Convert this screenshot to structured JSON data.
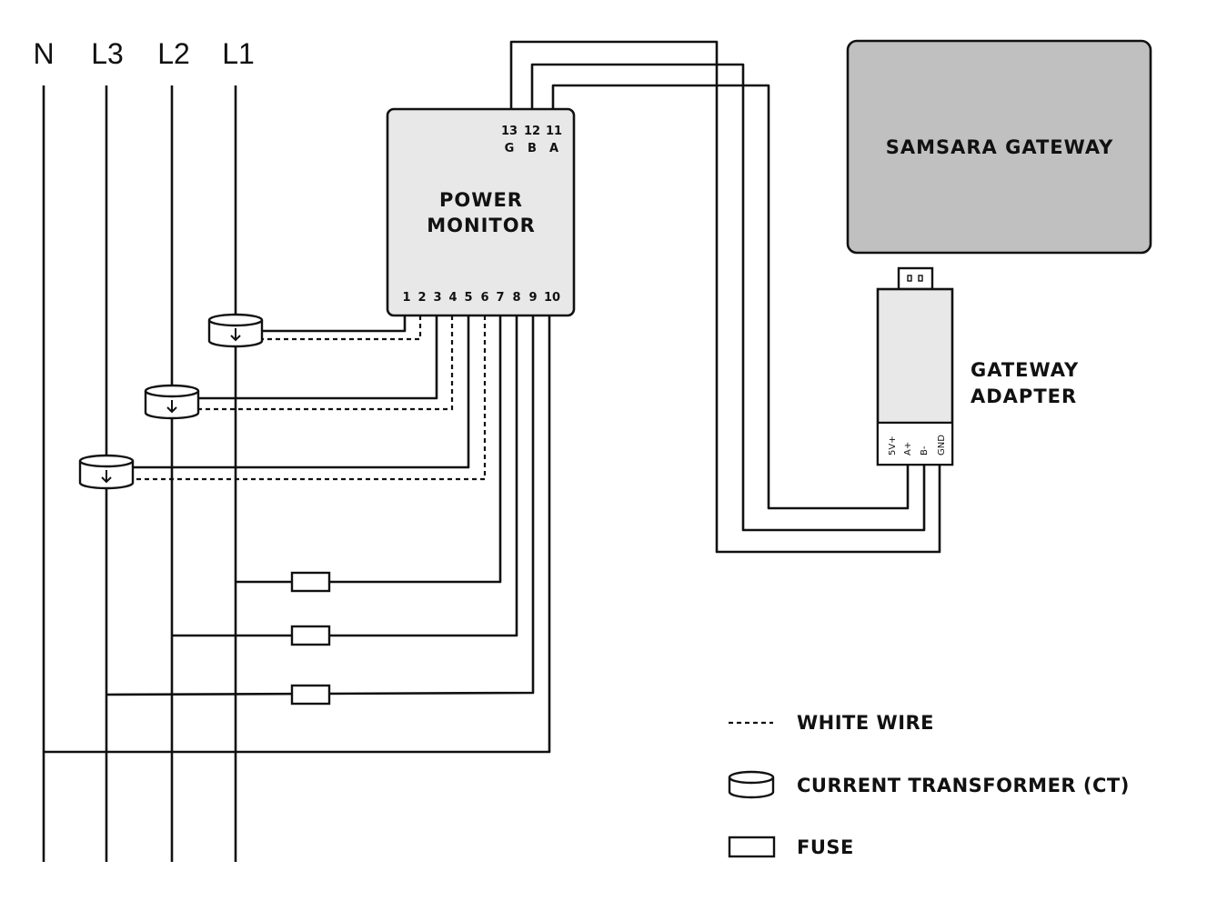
{
  "lines": [
    "N",
    "L3",
    "L2",
    "L1"
  ],
  "power_monitor": {
    "title_line1": "POWER",
    "title_line2": "MONITOR",
    "top_terminals": [
      {
        "num": "13",
        "sig": "G"
      },
      {
        "num": "12",
        "sig": "B"
      },
      {
        "num": "11",
        "sig": "A"
      }
    ],
    "bottom_terminals": [
      "1",
      "2",
      "3",
      "4",
      "5",
      "6",
      "7",
      "8",
      "9",
      "10"
    ]
  },
  "gateway": {
    "title": "SAMSARA GATEWAY"
  },
  "adapter": {
    "title_line1": "GATEWAY",
    "title_line2": "ADAPTER",
    "pins": [
      "5V+",
      "A+",
      "B-",
      "GND"
    ]
  },
  "legend": {
    "white_wire": "WHITE WIRE",
    "current_transformer": "CURRENT TRANSFORMER (CT)",
    "fuse": "FUSE"
  },
  "colors": {
    "ink": "#111111",
    "monitor_fill": "#e8e8e8",
    "gateway_fill": "#c0c0c0",
    "adapter_fill": "#e8e8e8"
  }
}
